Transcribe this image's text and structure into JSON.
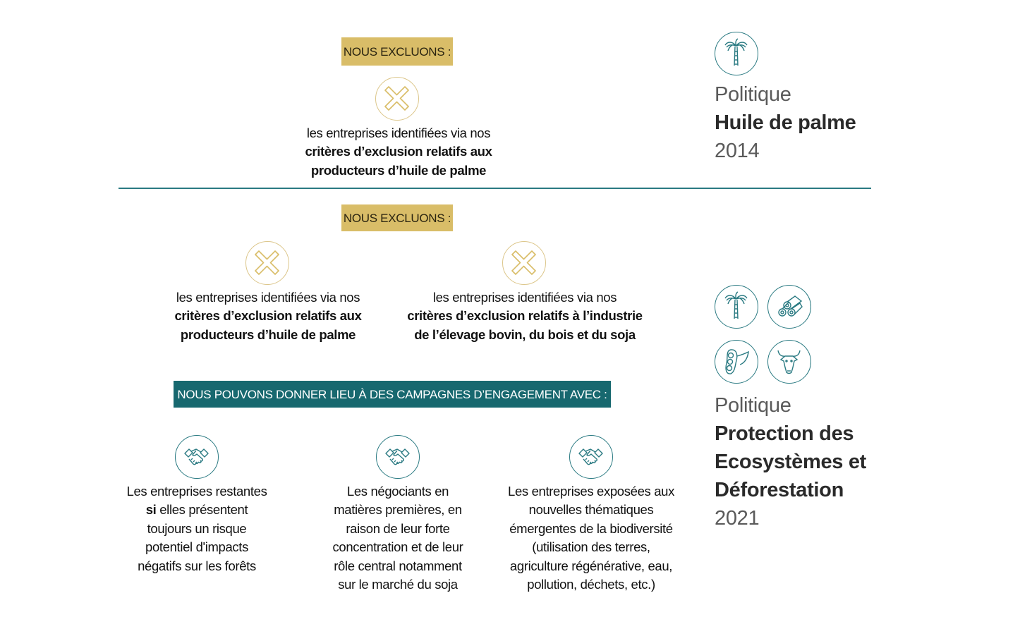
{
  "colors": {
    "gold": "#d9bd68",
    "teal": "#17686f",
    "icon_teal": "#2a7a82"
  },
  "palm_policy": {
    "label": "Politique",
    "name": "Huile de palme",
    "year": "2014",
    "icons": [
      "palm-tree-icon"
    ],
    "exclusion_badge": "NOUS EXCLUONS :",
    "exclusion": {
      "pre": "les entreprises identifiées via nos",
      "bold1": "critères d’exclusion relatifs aux",
      "bold2": "producteurs d’huile de palme"
    }
  },
  "ecosystem_policy": {
    "label": "Politique",
    "name_lines": [
      "Protection des",
      "Ecosystèmes et",
      "Déforestation"
    ],
    "year": "2021",
    "icons": [
      "palm-tree-icon",
      "wood-logs-icon",
      "soy-icon",
      "cow-icon"
    ],
    "exclusion_badge": "NOUS EXCLUONS :",
    "exclusions": [
      {
        "pre": "les entreprises identifiées via nos",
        "bold1": "critères d’exclusion relatifs aux",
        "bold2": "producteurs d’huile de palme"
      },
      {
        "pre": "les entreprises identifiées via nos",
        "bold1": "critères d’exclusion relatifs à l’industrie",
        "bold2": "de l’élevage bovin, du bois et du soja"
      }
    ],
    "engagement_badge": "NOUS POUVONS DONNER LIEU À DES CAMPAGNES D’ENGAGEMENT AVEC :",
    "engagements": [
      {
        "l1": "Les entreprises restantes",
        "l2_bold": "si",
        "l2": " elles présentent",
        "l3": "toujours un risque",
        "l4": "potentiel d'impacts",
        "l5": "négatifs sur les forêts",
        "l6": ""
      },
      {
        "l1": "Les négociants en",
        "l2_bold": "",
        "l2": "matières premières, en",
        "l3": "raison de leur forte",
        "l4": "concentration et de leur",
        "l5": "rôle central notamment",
        "l6": "sur le marché du soja"
      },
      {
        "l1": "Les entreprises exposées aux",
        "l2_bold": "",
        "l2": "nouvelles thématiques",
        "l3": "émergentes de la biodiversité",
        "l4": "(utilisation des terres,",
        "l5": "agriculture régénérative, eau,",
        "l6": "pollution, déchets, etc.)"
      }
    ]
  }
}
